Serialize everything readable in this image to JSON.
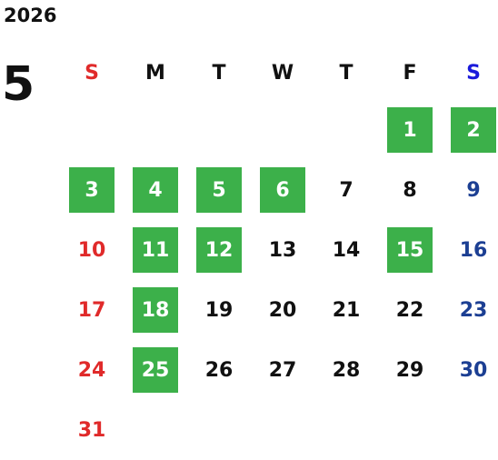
{
  "calendar": {
    "year": "2026",
    "month": "5",
    "weekdays": [
      "S",
      "M",
      "T",
      "W",
      "T",
      "F",
      "S"
    ],
    "weeks": [
      [
        "",
        "",
        "",
        "",
        "",
        "1",
        "2"
      ],
      [
        "3",
        "4",
        "5",
        "6",
        "7",
        "8",
        "9"
      ],
      [
        "10",
        "11",
        "12",
        "13",
        "14",
        "15",
        "16"
      ],
      [
        "17",
        "18",
        "19",
        "20",
        "21",
        "22",
        "23"
      ],
      [
        "24",
        "25",
        "26",
        "27",
        "28",
        "29",
        "30"
      ],
      [
        "31",
        "",
        "",
        "",
        "",
        "",
        ""
      ]
    ],
    "highlighted_days": [
      "1",
      "2",
      "3",
      "4",
      "5",
      "6",
      "11",
      "12",
      "15",
      "18",
      "25"
    ]
  },
  "colors": {
    "highlight_bg": "#3cb04a",
    "highlight_text": "#ffffff",
    "sunday": "#e02a2a",
    "saturday_header": "#1a1adb",
    "saturday": "#1c3f93",
    "weekday": "#111111"
  }
}
